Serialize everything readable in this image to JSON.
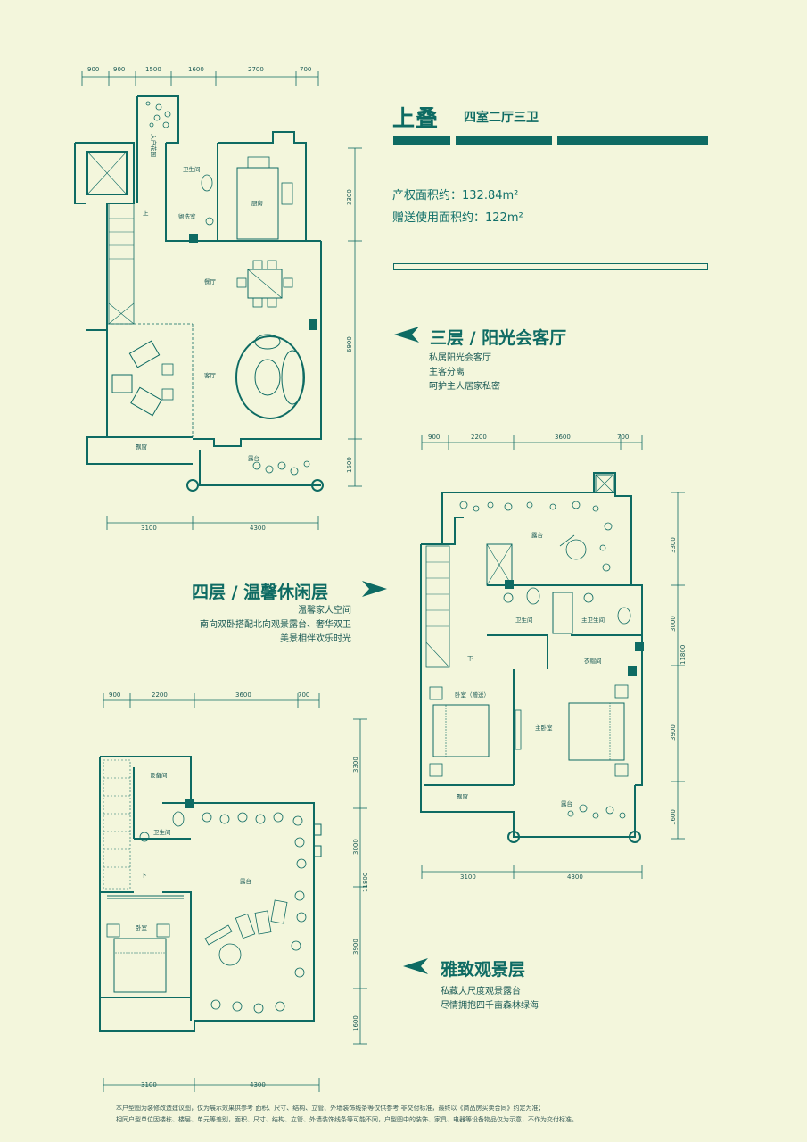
{
  "header": {
    "title": "上叠",
    "subtitle": "四室二厅三卫",
    "area_label_1": "产权面积约：132.84m²",
    "area_label_2": "赠送使用面积约：122m²"
  },
  "floor3": {
    "heading": "三层 / 阳光会客厅",
    "lines": [
      "私属阳光会客厅",
      "主客分离",
      "呵护主人居家私密"
    ],
    "top_dims": [
      "900",
      "900",
      "1500",
      "1600",
      "2700",
      "700"
    ],
    "right_dims": [
      "3300",
      "6900",
      "1600"
    ],
    "bottom_dims": [
      "3100",
      "4300"
    ],
    "rooms": [
      "入户花园",
      "卫生间",
      "厨房",
      "盥洗室",
      "上",
      "餐厅",
      "客厅",
      "飘窗",
      "露台"
    ]
  },
  "floor4": {
    "heading": "四层 / 温馨休闲层",
    "lines": [
      "温馨家人空间",
      "南向双卧搭配北向观景露台、奢华双卫",
      "美景相伴欢乐时光"
    ],
    "top_dims": [
      "900",
      "2200",
      "3600",
      "700"
    ],
    "right_dims": [
      "3300",
      "3000",
      "3900",
      "1600"
    ],
    "total_dim": "11800",
    "bottom_dims": [
      "3100",
      "4300"
    ],
    "rooms": [
      "露台",
      "卫生间",
      "主卫生间",
      "衣帽间",
      "下",
      "卧室（赠送）",
      "主卧室",
      "飘窗",
      "露台"
    ]
  },
  "floor5": {
    "heading": "雅致观景层",
    "lines": [
      "私藏大尺度观景露台",
      "尽情拥抱四千亩森林绿海"
    ],
    "top_dims": [
      "900",
      "2200",
      "3600",
      "700"
    ],
    "right_dims": [
      "3300",
      "3000",
      "3900",
      "1600"
    ],
    "total_dim": "11800",
    "bottom_dims": [
      "3100",
      "4300"
    ],
    "rooms": [
      "设备间",
      "卫生间",
      "下",
      "露台",
      "卧室"
    ]
  },
  "footnote": {
    "line1": "本户型图为装修改造建议图，仅为展示效果供参考 面积、尺寸、结构、立管、外墙装饰线条等仅供参考 非交付标准，最终以《商品房买卖合同》约定为准；",
    "line2": "相同户型单位因楼栋、楼层、单元等差别，面积、尺寸、结构、立管、外墙装饰线条等可能不同，户型图中的装饰、家具、电器等设备物品仅为示意，不作为交付标准。"
  },
  "colors": {
    "accent": "#0e6b63",
    "background": "#f3f6dc"
  }
}
